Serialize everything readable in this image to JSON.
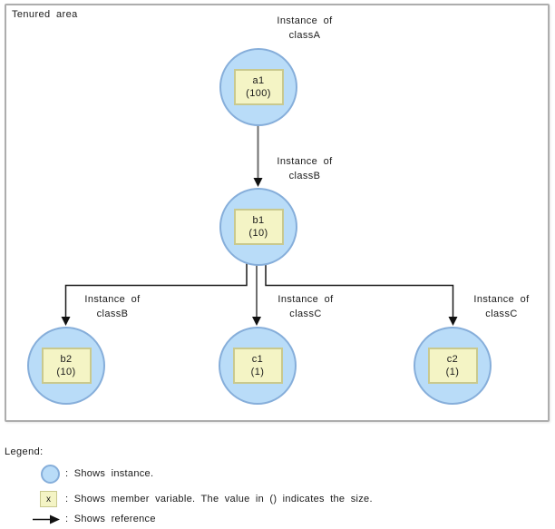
{
  "diagram": {
    "container_label": "Tenured area",
    "instances": [
      {
        "var_name": "a1",
        "size": "(100)",
        "label_line1": "Instance of",
        "label_line2": "classA"
      },
      {
        "var_name": "b1",
        "size": "(10)",
        "label_line1": "Instance of",
        "label_line2": "classB"
      },
      {
        "var_name": "b2",
        "size": "(10)",
        "label_line1": "Instance of",
        "label_line2": "classB"
      },
      {
        "var_name": "c1",
        "size": "(1)",
        "label_line1": "Instance of",
        "label_line2": "classC"
      },
      {
        "var_name": "c2",
        "size": "(1)",
        "label_line1": "Instance of",
        "label_line2": "classC"
      }
    ],
    "colors": {
      "instance_fill": "#b9dcf8",
      "instance_border": "#86aeda",
      "member_fill": "#f4f4c5",
      "member_border": "#c9c98e",
      "straight_reference_line": "#6e6e6e",
      "elbow_reference_line": "#1a1a1a",
      "arrowhead": "#111111",
      "container_border": "#adadad"
    }
  },
  "legend": {
    "title": "Legend:",
    "items": [
      {
        "symbol": "instance-circle",
        "text": ": Shows instance."
      },
      {
        "symbol": "member-variable-box",
        "symbol_label": "x",
        "text": ": Shows member variable. The value in () indicates the size."
      },
      {
        "symbol": "reference-arrow",
        "text": ": Shows reference"
      }
    ]
  }
}
